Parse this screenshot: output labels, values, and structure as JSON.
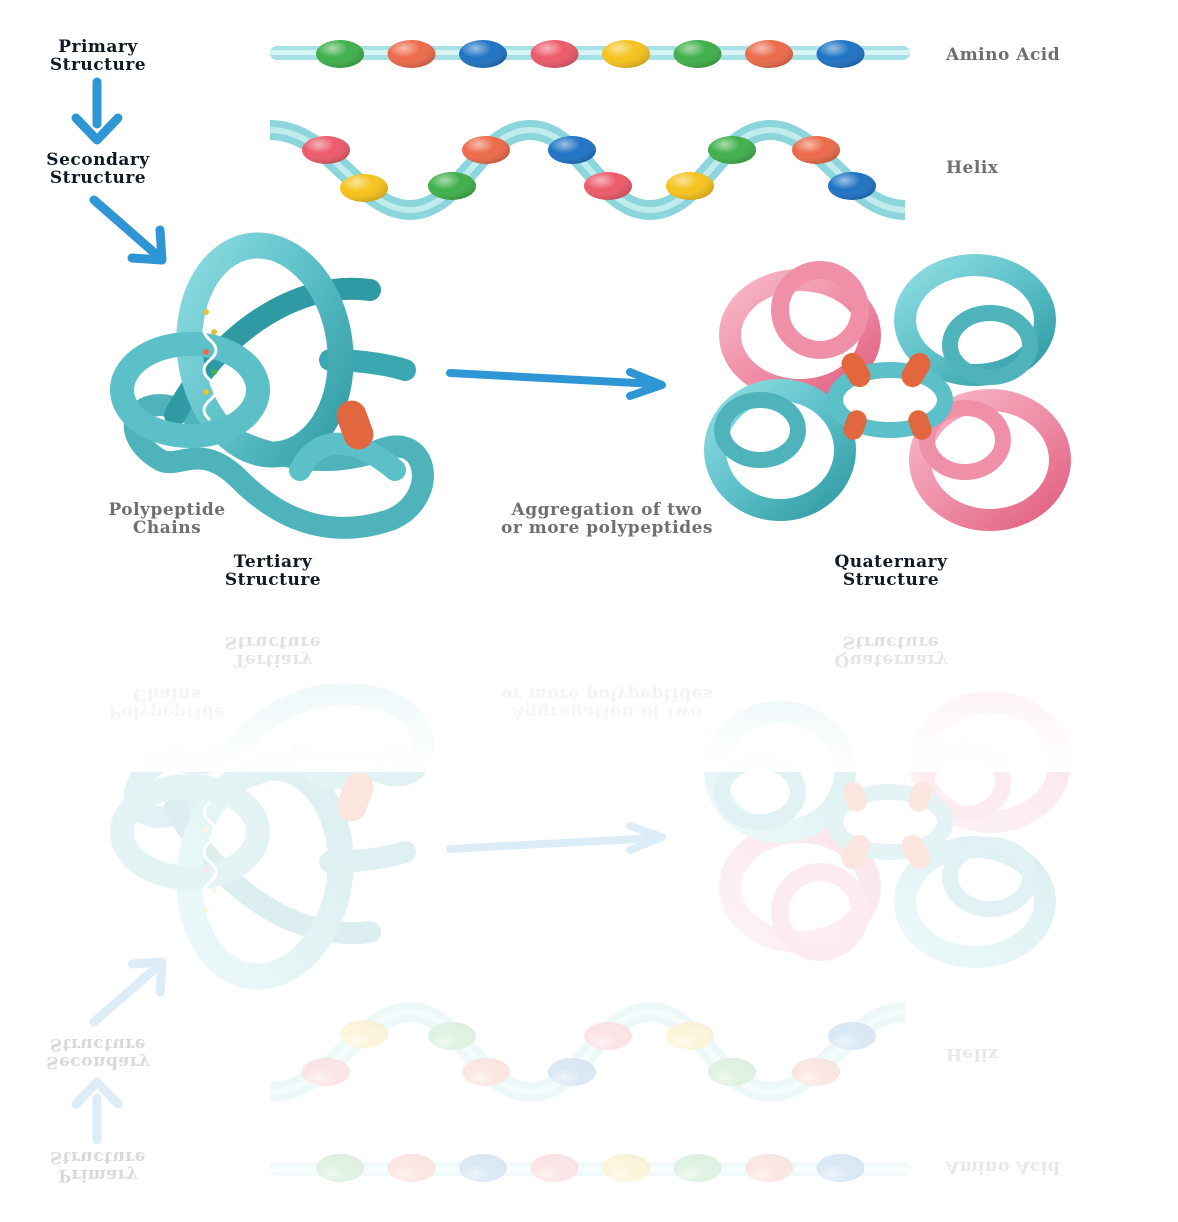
{
  "labels": {
    "primary": [
      "Primary",
      "Structure"
    ],
    "secondary": [
      "Secondary",
      "Structure"
    ],
    "amino_acid": "Amino Acid",
    "helix": "Helix",
    "polypeptide": [
      "Polypeptide",
      "Chains"
    ],
    "aggregation": [
      "Aggregation of two",
      "or more polypeptides"
    ],
    "tertiary": [
      "Tertiary",
      "Structure"
    ],
    "quaternary": [
      "Quaternary",
      "Structure"
    ]
  },
  "colors": {
    "ribbon": "#5cc0c8",
    "ribbon_dark": "#2f9aa3",
    "pink": "#ef8fa8",
    "arrow": "#2f96d6",
    "residues": [
      "#3fb04a",
      "#ec6a4a",
      "#1f73c4",
      "#ec5a6a",
      "#f6c21c",
      "#3fb04a",
      "#ec6a4a",
      "#1f73c4"
    ],
    "helix_residues": [
      "#ec5a6a",
      "#f6c21c",
      "#3fb04a",
      "#ec6a4a",
      "#1f73c4",
      "#ec5a6a",
      "#f6c21c",
      "#3fb04a",
      "#ec6a4a",
      "#1f73c4"
    ]
  }
}
